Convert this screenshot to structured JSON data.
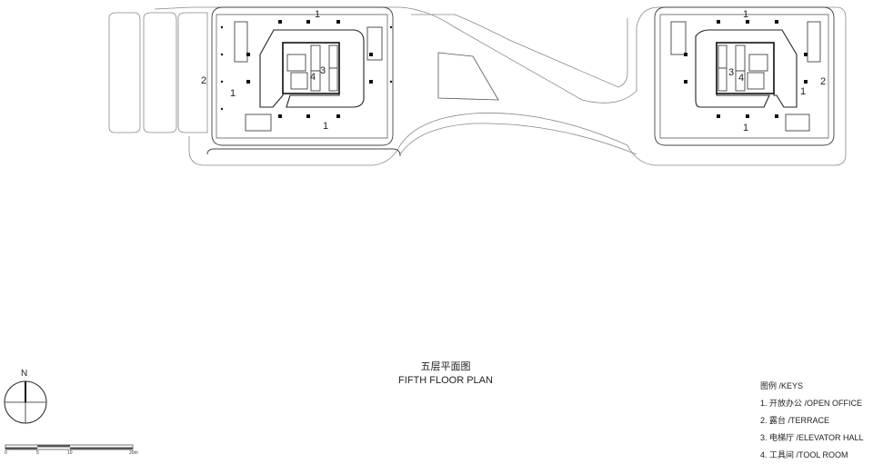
{
  "title": {
    "cn": "五层平面图",
    "en": "FIFTH FLOOR PLAN"
  },
  "keys": {
    "heading": "图例 /KEYS",
    "items": [
      "1. 开放办公 /OPEN OFFICE",
      "2. 露台 /TERRACE",
      "3. 电梯厅 /ELEVATOR HALL",
      "4. 工具间 /TOOL ROOM"
    ]
  },
  "north_label": "N",
  "scale_ticks": [
    "0",
    "5",
    "10",
    "20m"
  ],
  "room_labels": {
    "left": [
      "1",
      "2",
      "1",
      "3",
      "4",
      "1"
    ],
    "right": [
      "1",
      "3",
      "4",
      "2",
      "1",
      "1"
    ]
  }
}
